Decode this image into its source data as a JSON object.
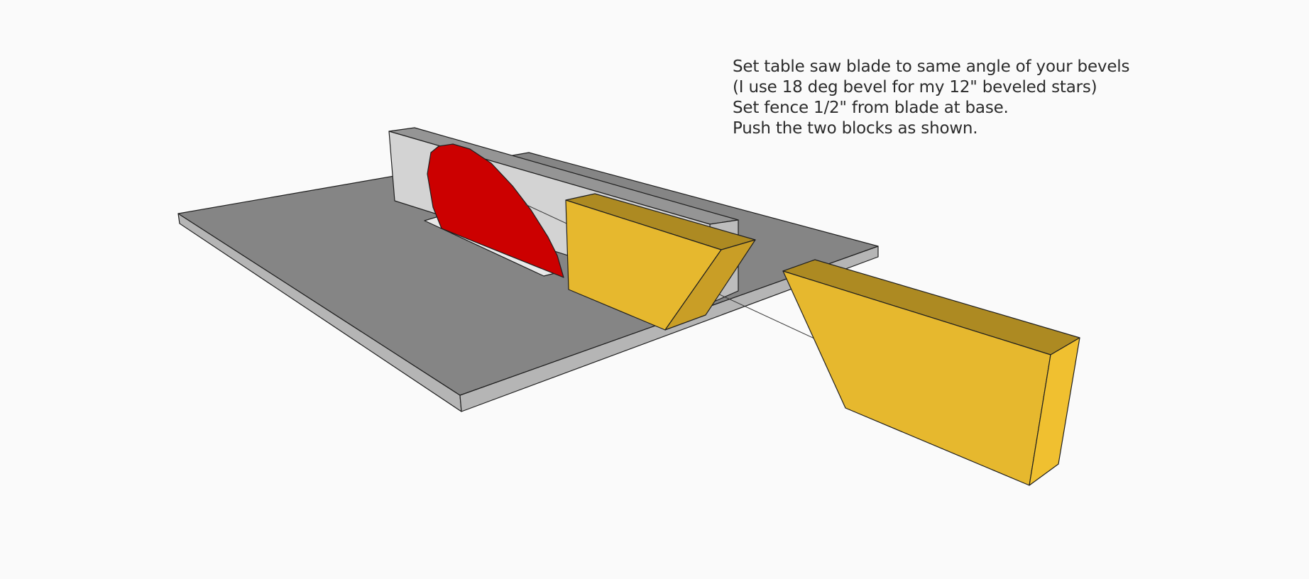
{
  "instructions": {
    "lines": [
      "Set table saw blade to same angle of your bevels",
      "(I use 18 deg bevel for my 12\" beveled stars)",
      "Set fence 1/2\" from blade at base.",
      "Push the two blocks as shown."
    ]
  },
  "colors": {
    "background": "#fafafa",
    "table_top": "#858585",
    "table_edge": "#b5b5b5",
    "fence_face": "#d3d3d3",
    "fence_top": "#959595",
    "blade": "#cc0000",
    "block_front": "#e6b82e",
    "block_top": "#ad8a22",
    "block_side": "#f0c030",
    "outline": "#1f1f1f"
  }
}
